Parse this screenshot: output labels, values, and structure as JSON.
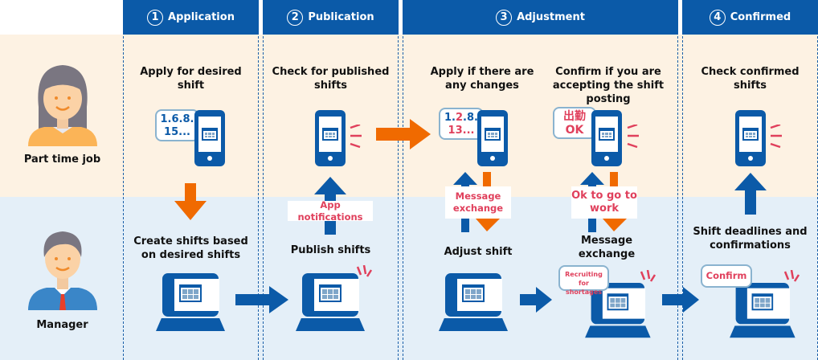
{
  "roles": {
    "part_time": "Part time job",
    "manager": "Manager"
  },
  "steps": [
    {
      "num": "1",
      "title": "Application",
      "top_text": "Apply for desired shift",
      "bottom_text": "Create shifts based on desired shifts",
      "bubble": {
        "line1": "1.6.8.",
        "line2": "15..."
      }
    },
    {
      "num": "2",
      "title": "Publication",
      "top_text": "Check for published shifts",
      "bottom_text": "Publish shifts",
      "label": "App notifications"
    },
    {
      "num": "3",
      "title": "Adjustment",
      "top_text_a": "Apply if there are any changes",
      "top_text_b": "Confirm if you are accepting the shift posting",
      "bubble_a": {
        "line1_blue": "1.",
        "line1_red": "2",
        "line1_blue2": ".8.",
        "line2": "13..."
      },
      "bubble_b": {
        "line1": "出勤",
        "line2": "OK"
      },
      "label_a": "Message exchange",
      "label_b": "Ok to go to work",
      "bottom_text_a": "Adjust shift",
      "bottom_text_b": "Message exchange",
      "bubble_c": "Recruiting for shortages"
    },
    {
      "num": "4",
      "title": "Confirmed",
      "top_text": "Check confirmed shifts",
      "bottom_text": "Shift deadlines and confirmations",
      "bubble": "Confirm"
    }
  ],
  "colors": {
    "primary": "#0b5aa8",
    "accent_orange": "#f06a00",
    "accent_red": "#e0405c",
    "top_band": "#fdf2e3",
    "bottom_band": "#e4eff8"
  }
}
